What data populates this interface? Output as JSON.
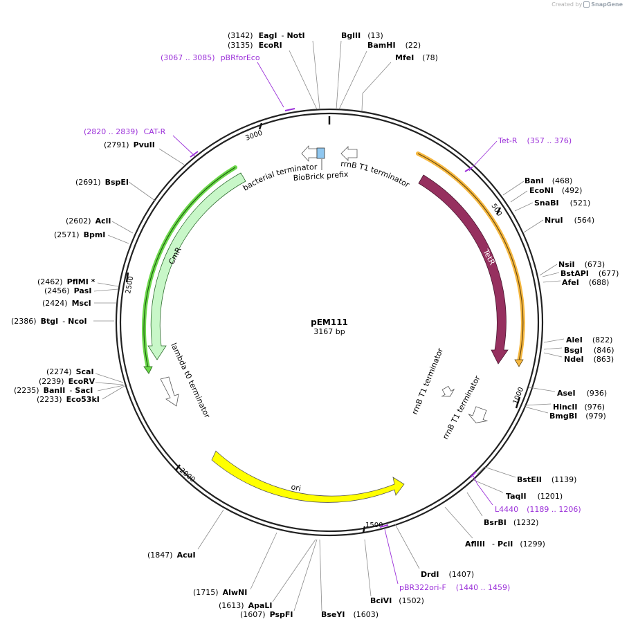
{
  "credit": {
    "created_by": "Created by",
    "brand": "SnapGene"
  },
  "plasmid": {
    "name": "pEM111",
    "size_label": "3167 bp",
    "length": 3167
  },
  "tick_labels": [
    "500",
    "1000",
    "1500",
    "2000",
    "2500",
    "3000"
  ],
  "sites": [
    {
      "id": "eagi",
      "name": "EagI",
      "name2": "NotI",
      "pos": "(3142)"
    },
    {
      "id": "ecori",
      "name": "EcoRI",
      "pos": "(3135)"
    },
    {
      "id": "bglii",
      "name": "BglII",
      "pos": "(13)"
    },
    {
      "id": "bamhi",
      "name": "BamHI",
      "pos": "(22)"
    },
    {
      "id": "mfei",
      "name": "MfeI",
      "pos": "(78)"
    },
    {
      "id": "pvuii",
      "name": "PvuII",
      "pos": "(2791)"
    },
    {
      "id": "bspei",
      "name": "BspEI",
      "pos": "(2691)"
    },
    {
      "id": "acli",
      "name": "AclI",
      "pos": "(2602)"
    },
    {
      "id": "bpmi",
      "name": "BpmI",
      "pos": "(2571)"
    },
    {
      "id": "pflmi",
      "name": "PflMI *",
      "pos": "(2462)"
    },
    {
      "id": "pasi",
      "name": "PasI",
      "pos": "(2456)"
    },
    {
      "id": "msci",
      "name": "MscI",
      "pos": "(2424)"
    },
    {
      "id": "btgi",
      "name": "BtgI",
      "name2": "NcoI",
      "pos": "(2386)"
    },
    {
      "id": "scai",
      "name": "ScaI",
      "pos": "(2274)"
    },
    {
      "id": "ecorv",
      "name": "EcoRV",
      "pos": "(2239)"
    },
    {
      "id": "banii",
      "name": "BanII",
      "name2": "SacI",
      "pos": "(2235)"
    },
    {
      "id": "eco53ki",
      "name": "Eco53kI",
      "pos": "(2233)"
    },
    {
      "id": "acui",
      "name": "AcuI",
      "pos": "(1847)"
    },
    {
      "id": "alwni",
      "name": "AlwNI",
      "pos": "(1715)"
    },
    {
      "id": "apali",
      "name": "ApaLI",
      "pos": "(1613)"
    },
    {
      "id": "pspfi",
      "name": "PspFI",
      "pos": "(1607)"
    },
    {
      "id": "bseyi",
      "name": "BseYI",
      "pos": "(1603)"
    },
    {
      "id": "bcivi",
      "name": "BciVI",
      "pos": "(1502)"
    },
    {
      "id": "drdi",
      "name": "DrdI",
      "pos": "(1407)"
    },
    {
      "id": "aflIII",
      "name": "AflIII",
      "name2": "PciI",
      "pos": "(1299)"
    },
    {
      "id": "bsrbi",
      "name": "BsrBI",
      "pos": "(1232)"
    },
    {
      "id": "taqii",
      "name": "TaqII",
      "pos": "(1201)"
    },
    {
      "id": "bsteii",
      "name": "BstEII",
      "pos": "(1139)"
    },
    {
      "id": "bmgbi",
      "name": "BmgBI",
      "pos": "(979)"
    },
    {
      "id": "hincii",
      "name": "HincII",
      "pos": "(976)"
    },
    {
      "id": "asei",
      "name": "AseI",
      "pos": "(936)"
    },
    {
      "id": "ndei",
      "name": "NdeI",
      "pos": "(863)"
    },
    {
      "id": "bsgi",
      "name": "BsgI",
      "pos": "(846)"
    },
    {
      "id": "alei",
      "name": "AleI",
      "pos": "(822)"
    },
    {
      "id": "afei",
      "name": "AfeI",
      "pos": "(688)"
    },
    {
      "id": "bstapi",
      "name": "BstAPI",
      "pos": "(677)"
    },
    {
      "id": "nsii",
      "name": "NsiI",
      "pos": "(673)"
    },
    {
      "id": "nrui",
      "name": "NruI",
      "pos": "(564)"
    },
    {
      "id": "snabi",
      "name": "SnaBI",
      "pos": "(521)"
    },
    {
      "id": "econi",
      "name": "EcoNI",
      "pos": "(492)"
    },
    {
      "id": "bani",
      "name": "BanI",
      "pos": "(468)"
    }
  ],
  "primers": [
    {
      "id": "pbrforeco",
      "name": "pBRforEco",
      "range": "(3067 .. 3085)"
    },
    {
      "id": "cat-r",
      "name": "CAT-R",
      "range": "(2820 .. 2839)"
    },
    {
      "id": "tet-r",
      "name": "Tet-R",
      "range": "(357 .. 376)"
    },
    {
      "id": "l4440",
      "name": "L4440",
      "range": "(1189 .. 1206)"
    },
    {
      "id": "pbr322ori-f",
      "name": "pBR322ori-F",
      "range": "(1440 .. 1459)"
    }
  ],
  "features": {
    "bacterial_terminator": "bacterial terminator",
    "biobrick_prefix": "BioBrick prefix",
    "rrnb_t1_top": "rrnB T1 terminator",
    "tetr": "TetR",
    "rrnb_t1_a": "rrnB T1 terminator",
    "rrnb_t1_b": "rrnB T1 terminator",
    "ori": "ori",
    "lambda_t0": "lambda t0 terminator",
    "cmr": "CmR"
  },
  "colors": {
    "tetr": "#96305f",
    "tet_primer_band": "#f6b840",
    "cm_primer_band": "#6cd84a",
    "cmr": "#c8f7c8",
    "ori": "#ffff00",
    "biobrick": "#8fc7f0",
    "primer": "#9b30d9"
  }
}
